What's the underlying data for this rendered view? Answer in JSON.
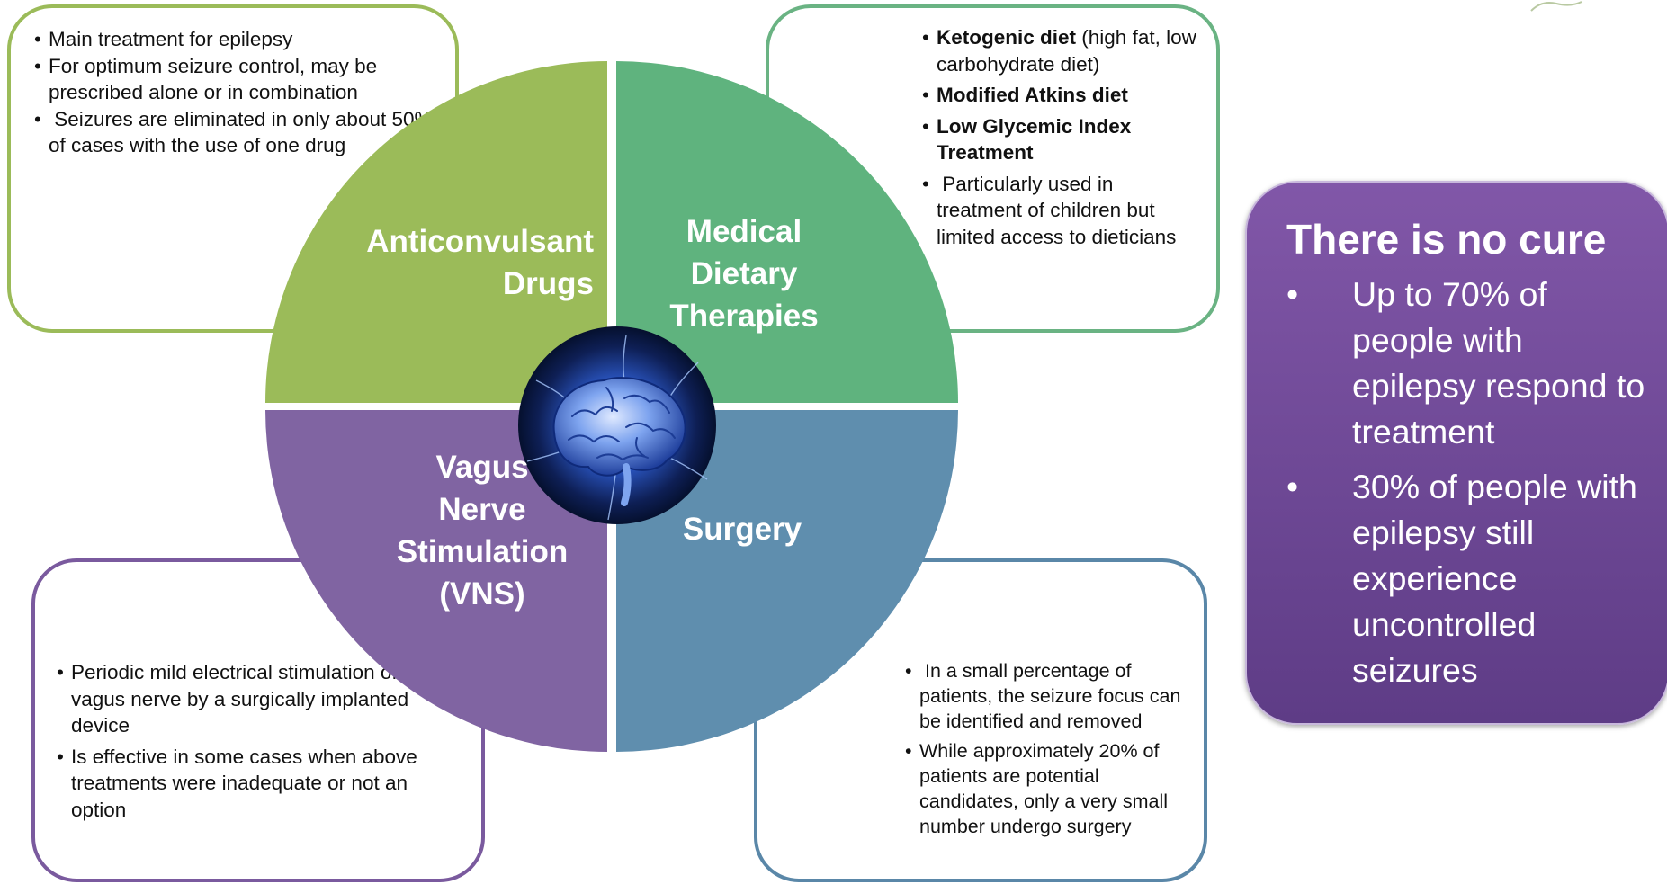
{
  "quadrants": {
    "top_left": {
      "label_lines": [
        "Anticonvulsant",
        "Drugs"
      ],
      "color": "#9bbb59"
    },
    "top_right": {
      "label_lines": [
        "Medical",
        "Dietary",
        "Therapies"
      ],
      "color": "#5fb37e"
    },
    "bottom_left": {
      "label_lines": [
        "Vagus",
        "Nerve",
        "Stimulation",
        "(VNS)"
      ],
      "color": "#8064a2"
    },
    "bottom_right": {
      "label_lines": [
        "Surgery"
      ],
      "color": "#5f8eae"
    }
  },
  "boxes": {
    "anticonvulsant": {
      "border_color": "#9bbb59",
      "bullets": [
        {
          "text": "Main treatment for epilepsy"
        },
        {
          "text": "For optimum seizure control, may be prescribed alone or in combination"
        },
        {
          "text": " Seizures are eliminated in only about 50% of cases with the use of one drug"
        }
      ]
    },
    "dietary": {
      "border_color": "#6ab383",
      "bullets": [
        {
          "bold": "Ketogenic diet",
          "text": " (high fat, low carbohydrate diet)"
        },
        {
          "bold": "Modified Atkins diet",
          "text": ""
        },
        {
          "bold": "Low Glycemic Index Treatment",
          "text": ""
        },
        {
          "bold": "",
          "text": " Particularly used in treatment of children but limited access to dieticians"
        }
      ]
    },
    "vns": {
      "border_color": "#7a5a9e",
      "bullets": [
        {
          "text": "Periodic mild electrical stimulation of the vagus nerve by a surgically implanted device"
        },
        {
          "text": "Is effective in some cases when above treatments were inadequate or not an option"
        }
      ]
    },
    "surgery": {
      "border_color": "#5a87a8",
      "bullets": [
        {
          "text": " In a small percentage of patients, the seizure focus can be identified and removed"
        },
        {
          "text": "While approximately 20% of patients are potential candidates, only a very small number undergo surgery"
        }
      ]
    }
  },
  "no_cure_panel": {
    "heading": "There is no cure",
    "bullet_symbol": "•",
    "bullets": [
      "Up to 70% of people with epilepsy respond to treatment",
      "30% of people with epilepsy still experience uncontrolled seizures"
    ],
    "gradient_top": "#8157a8",
    "gradient_bottom": "#5e3c86"
  },
  "center_image": {
    "icon": "brain-icon",
    "glow_color": "#1a3a8a"
  }
}
